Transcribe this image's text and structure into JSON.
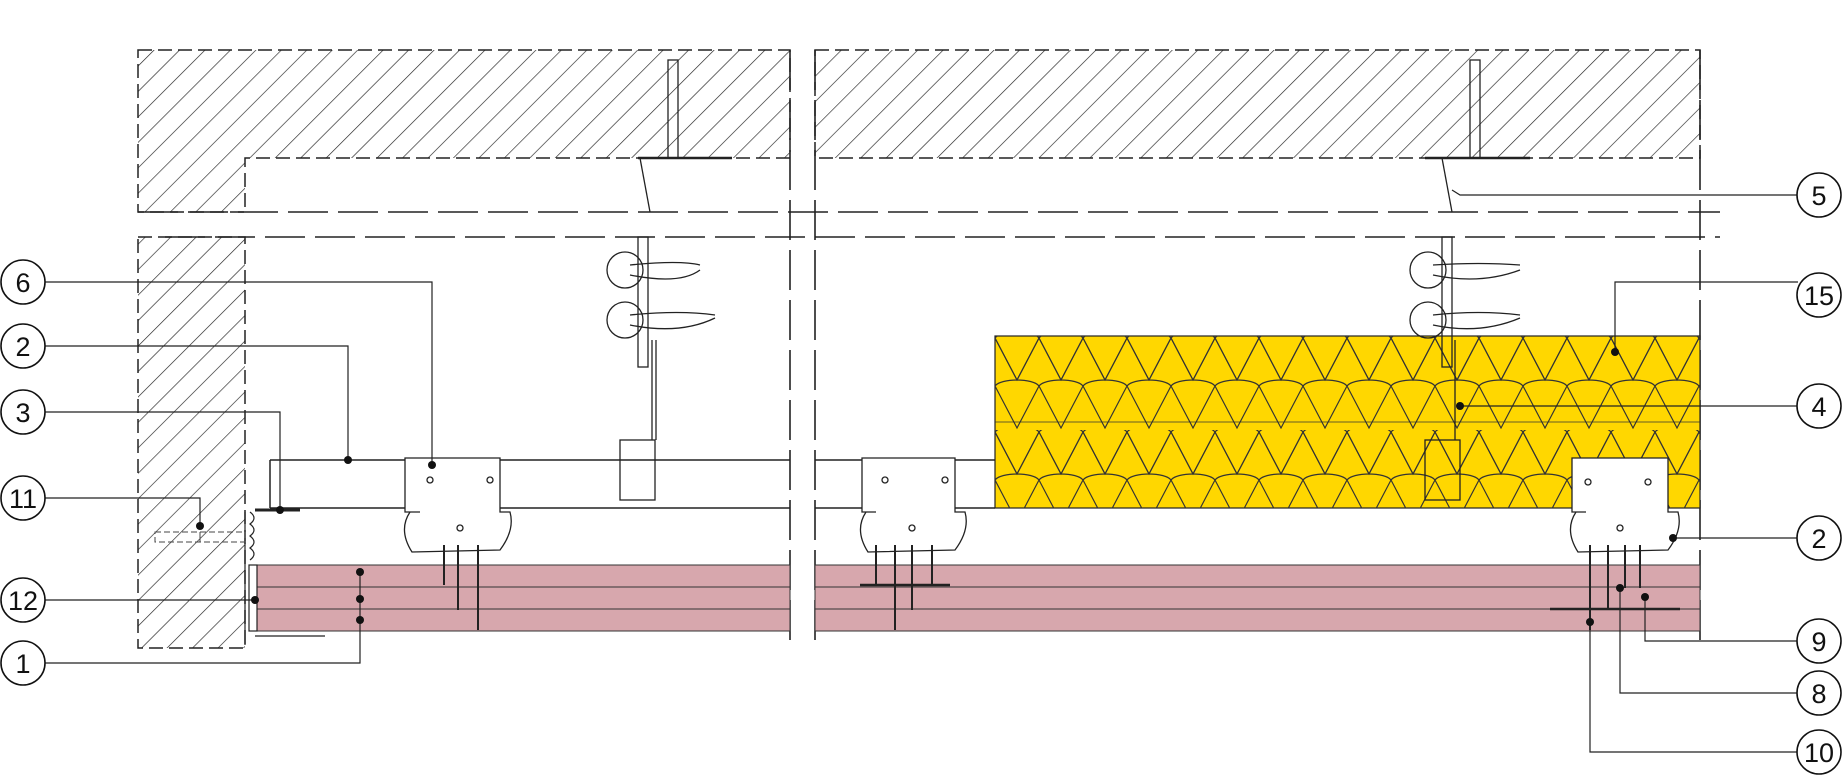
{
  "colors": {
    "insulation": "#FFD700",
    "board": "#D7A7AD",
    "line": "#111111",
    "background": "#ffffff"
  },
  "callouts": [
    {
      "id": "c6",
      "label": "6"
    },
    {
      "id": "c2a",
      "label": "2"
    },
    {
      "id": "c3",
      "label": "3"
    },
    {
      "id": "c11",
      "label": "11"
    },
    {
      "id": "c12",
      "label": "12"
    },
    {
      "id": "c1",
      "label": "1"
    },
    {
      "id": "c5",
      "label": "5"
    },
    {
      "id": "c15",
      "label": "15"
    },
    {
      "id": "c4",
      "label": "4"
    },
    {
      "id": "c2b",
      "label": "2"
    },
    {
      "id": "c9",
      "label": "9"
    },
    {
      "id": "c8",
      "label": "8"
    },
    {
      "id": "c10",
      "label": "10"
    }
  ]
}
